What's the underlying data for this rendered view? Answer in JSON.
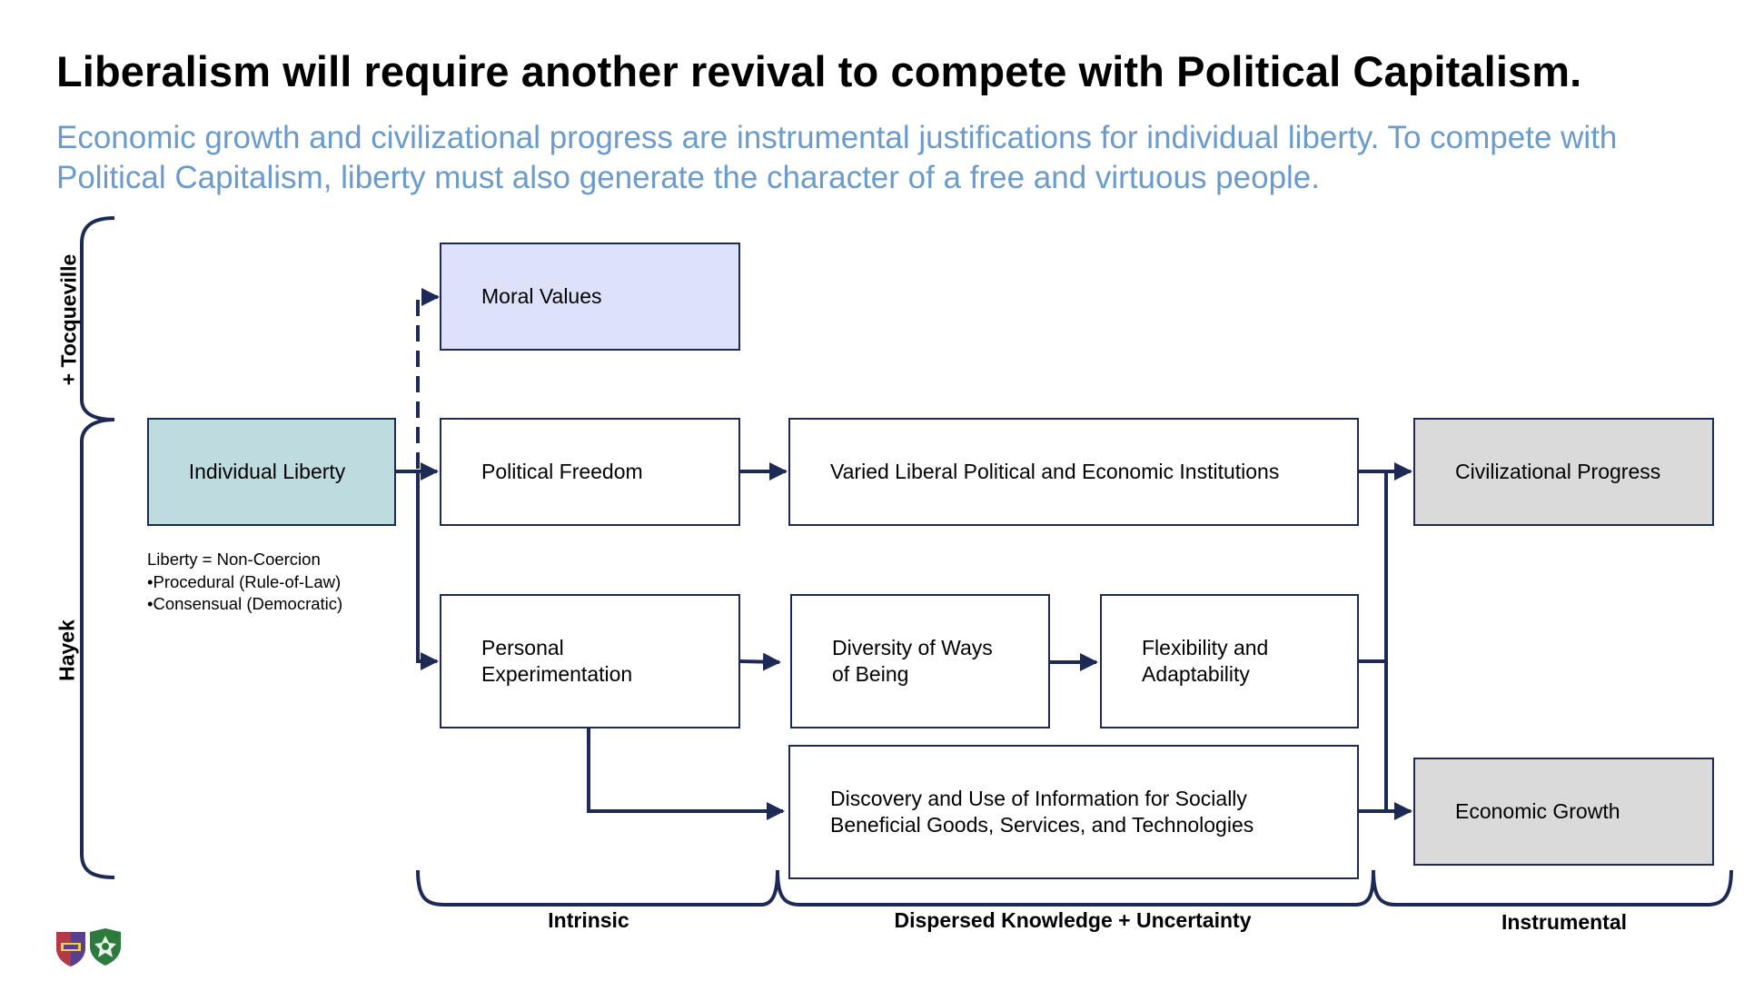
{
  "title": "Liberalism will require another revival to compete with Political Capitalism.",
  "subtitle": "Economic growth and civilizational progress are instrumental justifications for individual liberty. To compete with Political Capitalism, liberty must also generate the character of a free and virtuous people.",
  "boxes": {
    "moral_values": "Moral Values",
    "individual_liberty": "Individual Liberty",
    "political_freedom": "Political Freedom",
    "institutions": "Varied Liberal Political and Economic Institutions",
    "civilizational_progress": "Civilizational Progress",
    "personal_experimentation_line1": "Personal",
    "personal_experimentation_line2": "Experimentation",
    "diversity_line1": "Diversity of Ways",
    "diversity_line2": "of Being",
    "flexibility_line1": "Flexibility and",
    "flexibility_line2": "Adaptability",
    "discovery_line1": "Discovery and Use of Information for Socially",
    "discovery_line2": "Beneficial Goods, Services, and Technologies",
    "economic_growth": "Economic Growth"
  },
  "liberty_note": {
    "heading": "Liberty = Non-Coercion",
    "items": [
      "•Procedural (Rule-of-Law)",
      "•Consensual (Democratic)"
    ]
  },
  "brackets": {
    "tocqueville": "+ Tocqueville",
    "hayek": "Hayek",
    "intrinsic": "Intrinsic",
    "dispersed": "Dispersed Knowledge + Uncertainty",
    "instrumental": "Instrumental"
  },
  "colors": {
    "line": "#1d2a55",
    "subtitle": "#6a9bcc",
    "liberty_fill": "#bedcdf",
    "moral_fill": "#dde2fa",
    "outcome_fill": "#dadada"
  },
  "logos": [
    "shield-logo-purple",
    "shield-logo-green"
  ]
}
